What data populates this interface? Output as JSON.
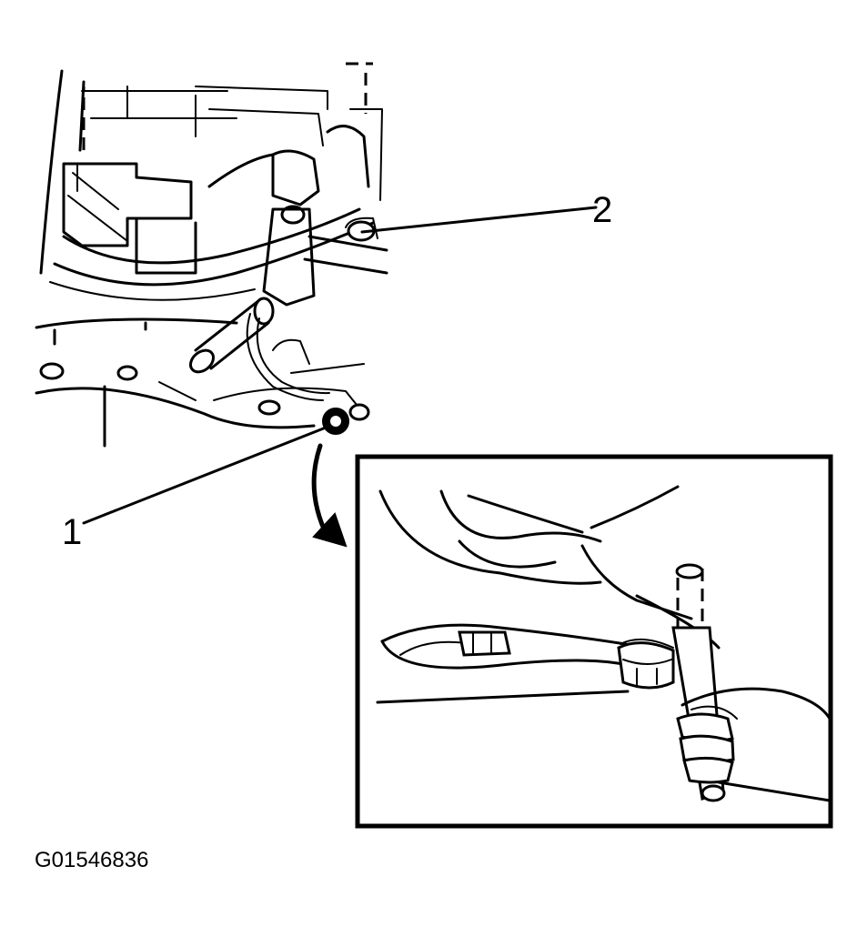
{
  "callouts": {
    "one": "1",
    "two": "2"
  },
  "figure_id": "G01546836"
}
